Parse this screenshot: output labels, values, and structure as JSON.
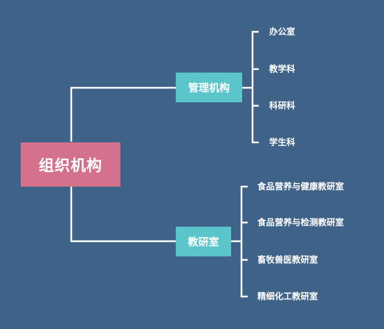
{
  "mindmap": {
    "root": {
      "label": "组织机构"
    },
    "branches": [
      {
        "label": "管理机构",
        "children": [
          "办公室",
          "教学科",
          "科研科",
          "学生科"
        ]
      },
      {
        "label": "教研室",
        "children": [
          "食品营养与健康教研室",
          "食品营养与检测教研室",
          "畜牧兽医教研室",
          "精细化工教研室"
        ]
      }
    ]
  },
  "colors": {
    "background": "#3e6288",
    "root": "#d4728e",
    "branch": "#5ac6cc",
    "line": "#ffffff",
    "text": "#ffffff"
  }
}
